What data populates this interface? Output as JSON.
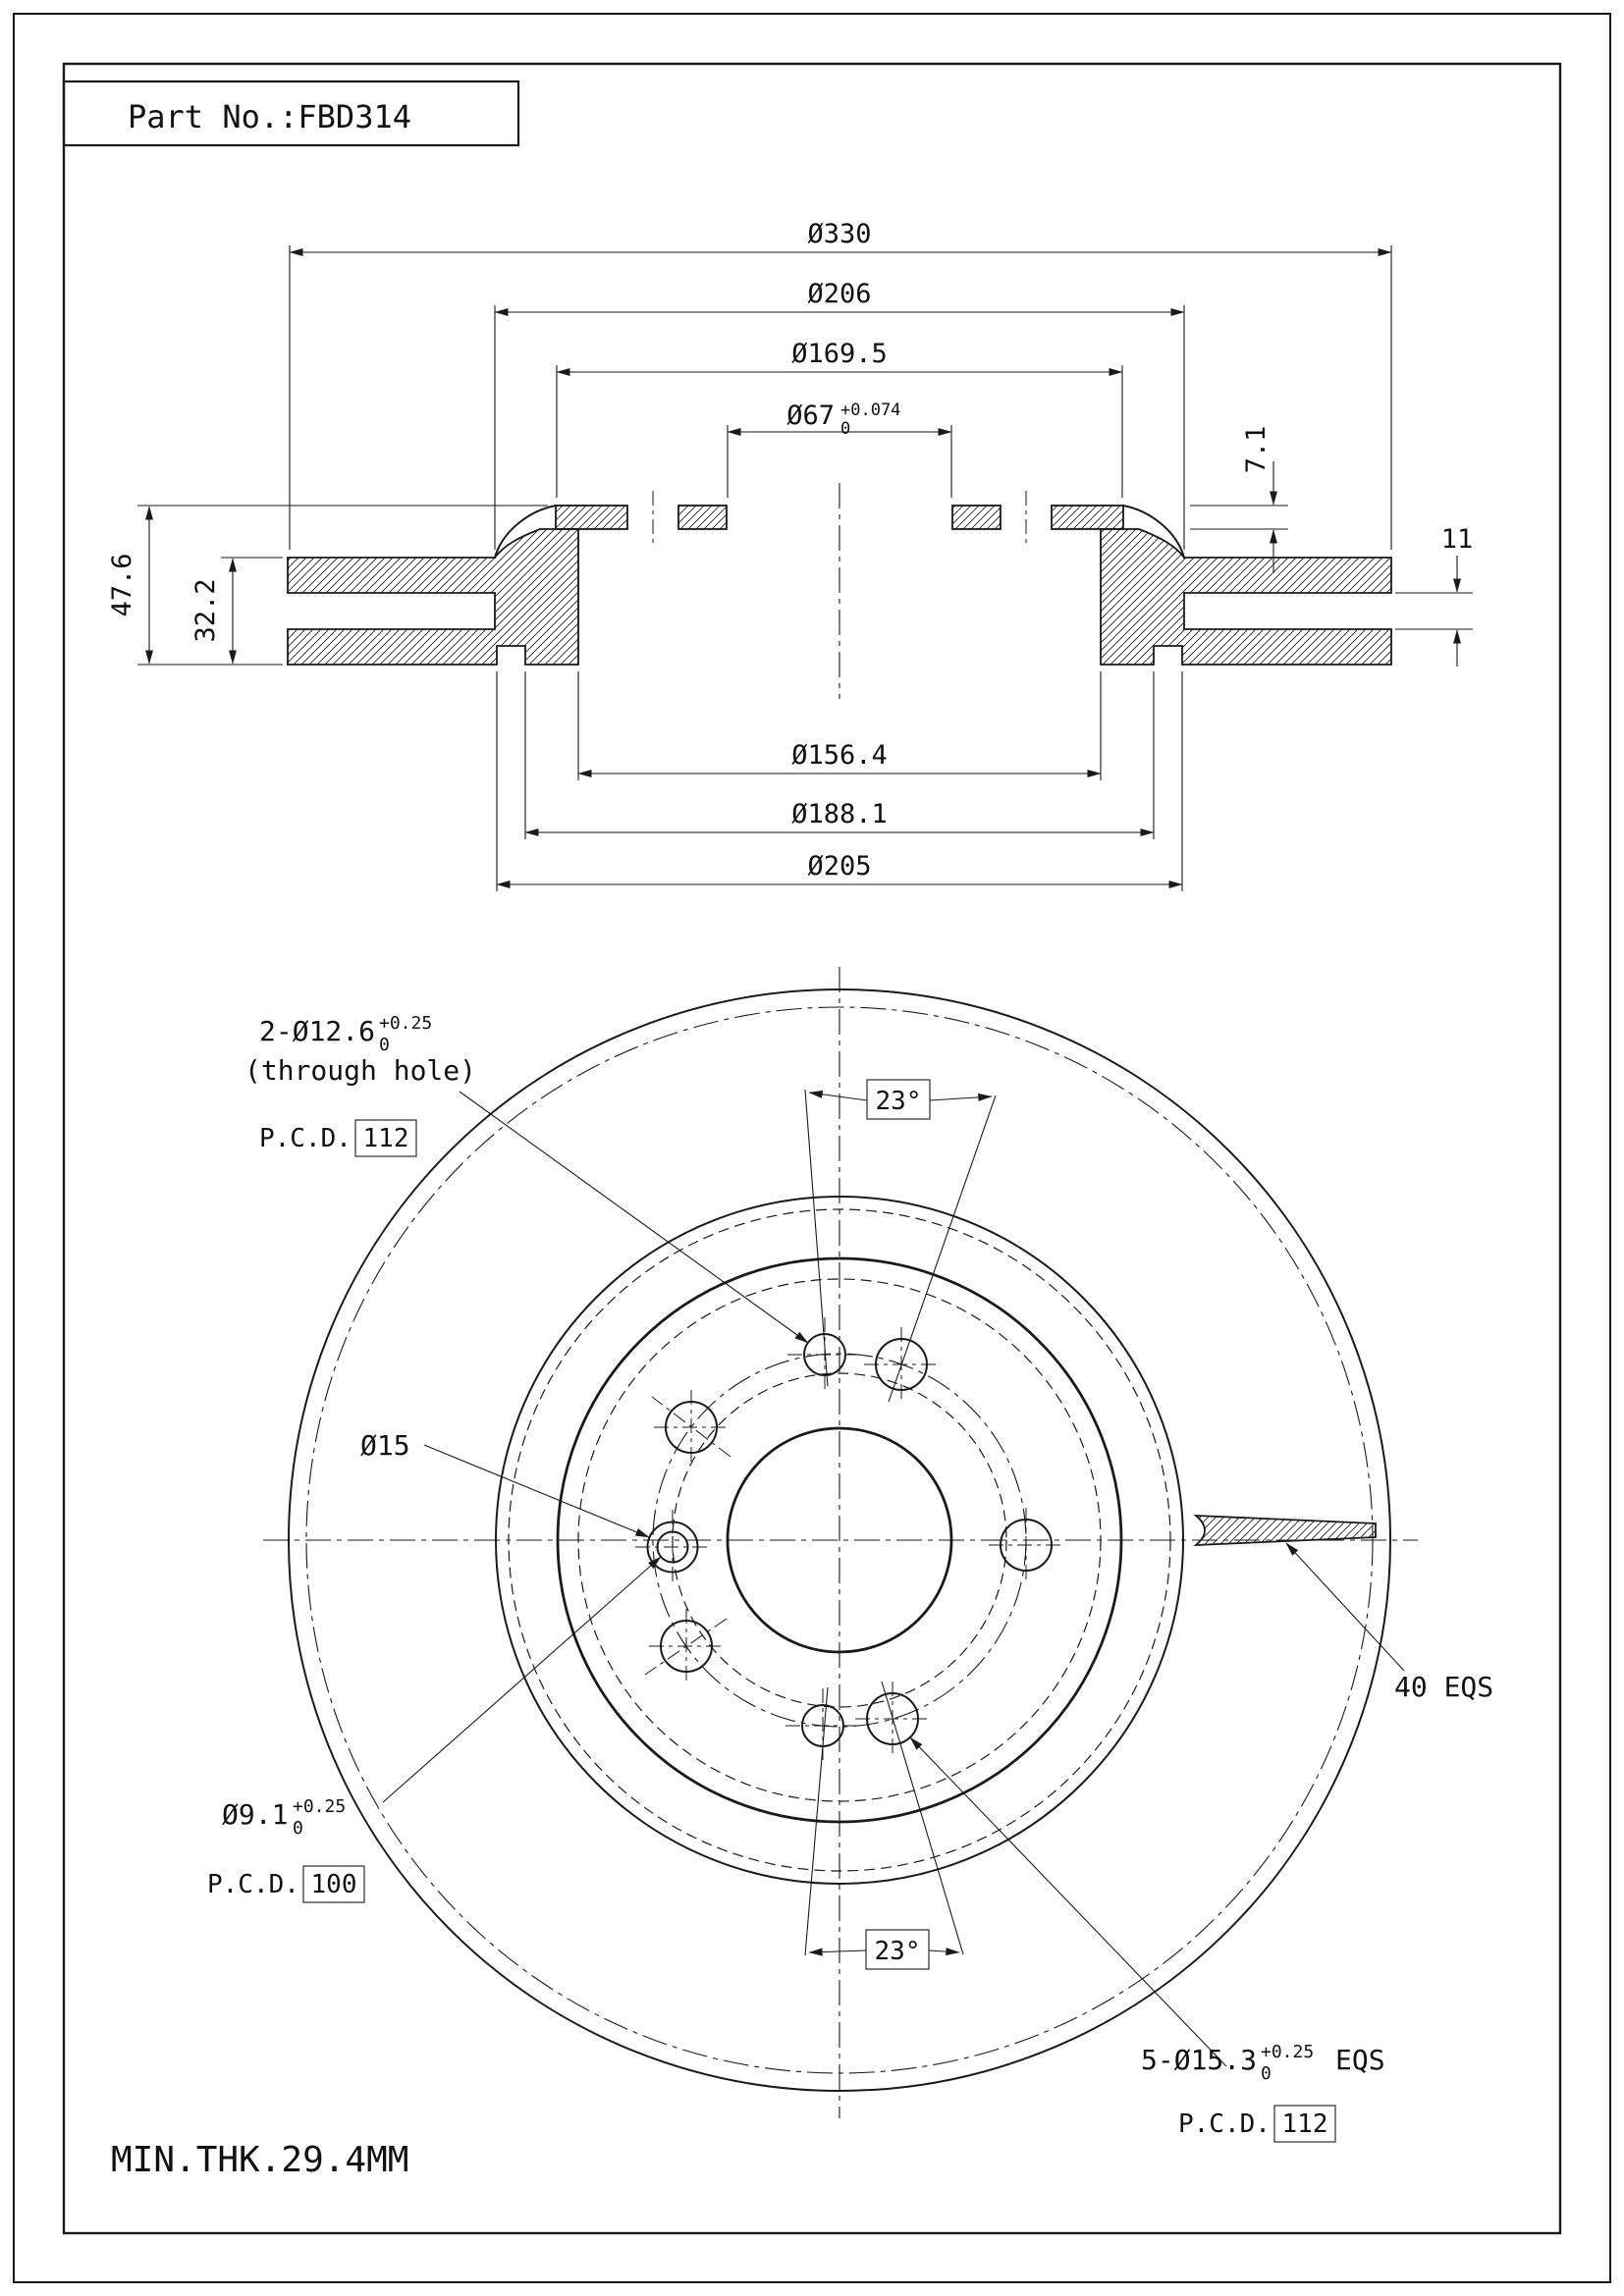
{
  "meta": {
    "ink": "#1a1a1a",
    "paper": "#ffffff"
  },
  "title_block": {
    "part_label": "Part No.:FBD314"
  },
  "section_view": {
    "dia_330": "Ø330",
    "dia_206": "Ø206",
    "dia_169_5": "Ø169.5",
    "dia_67": "Ø67",
    "dia_67_tol_plus": "+0.074",
    "dia_67_tol_minus": "0",
    "flange_thk": "7.1",
    "vent_width": "11",
    "total_height": "47.6",
    "ring_height": "32.2",
    "dia_156_4": "Ø156.4",
    "dia_188_1": "Ø188.1",
    "dia_205": "Ø205"
  },
  "front_view": {
    "small_holes": {
      "qty_dia": "2-Ø12.6",
      "tol_plus": "+0.25",
      "tol_minus": "0",
      "note": "(through hole)",
      "pcd_label": "P.C.D.",
      "pcd": "112"
    },
    "angle_top": "23°",
    "angle_bottom": "23°",
    "cbore_dia": "Ø15",
    "pin_hole": {
      "dia": "Ø9.1",
      "tol_plus": "+0.25",
      "tol_minus": "0",
      "pcd_label": "P.C.D.",
      "pcd": "100"
    },
    "vanes": "40 EQS",
    "bolt_holes": {
      "qty_dia": "5-Ø15.3",
      "tol_plus": "+0.25",
      "tol_minus": "0",
      "eqs": "EQS",
      "pcd_label": "P.C.D.",
      "pcd": "112"
    }
  },
  "notes": {
    "min_thickness": "MIN.THK.29.4MM"
  }
}
